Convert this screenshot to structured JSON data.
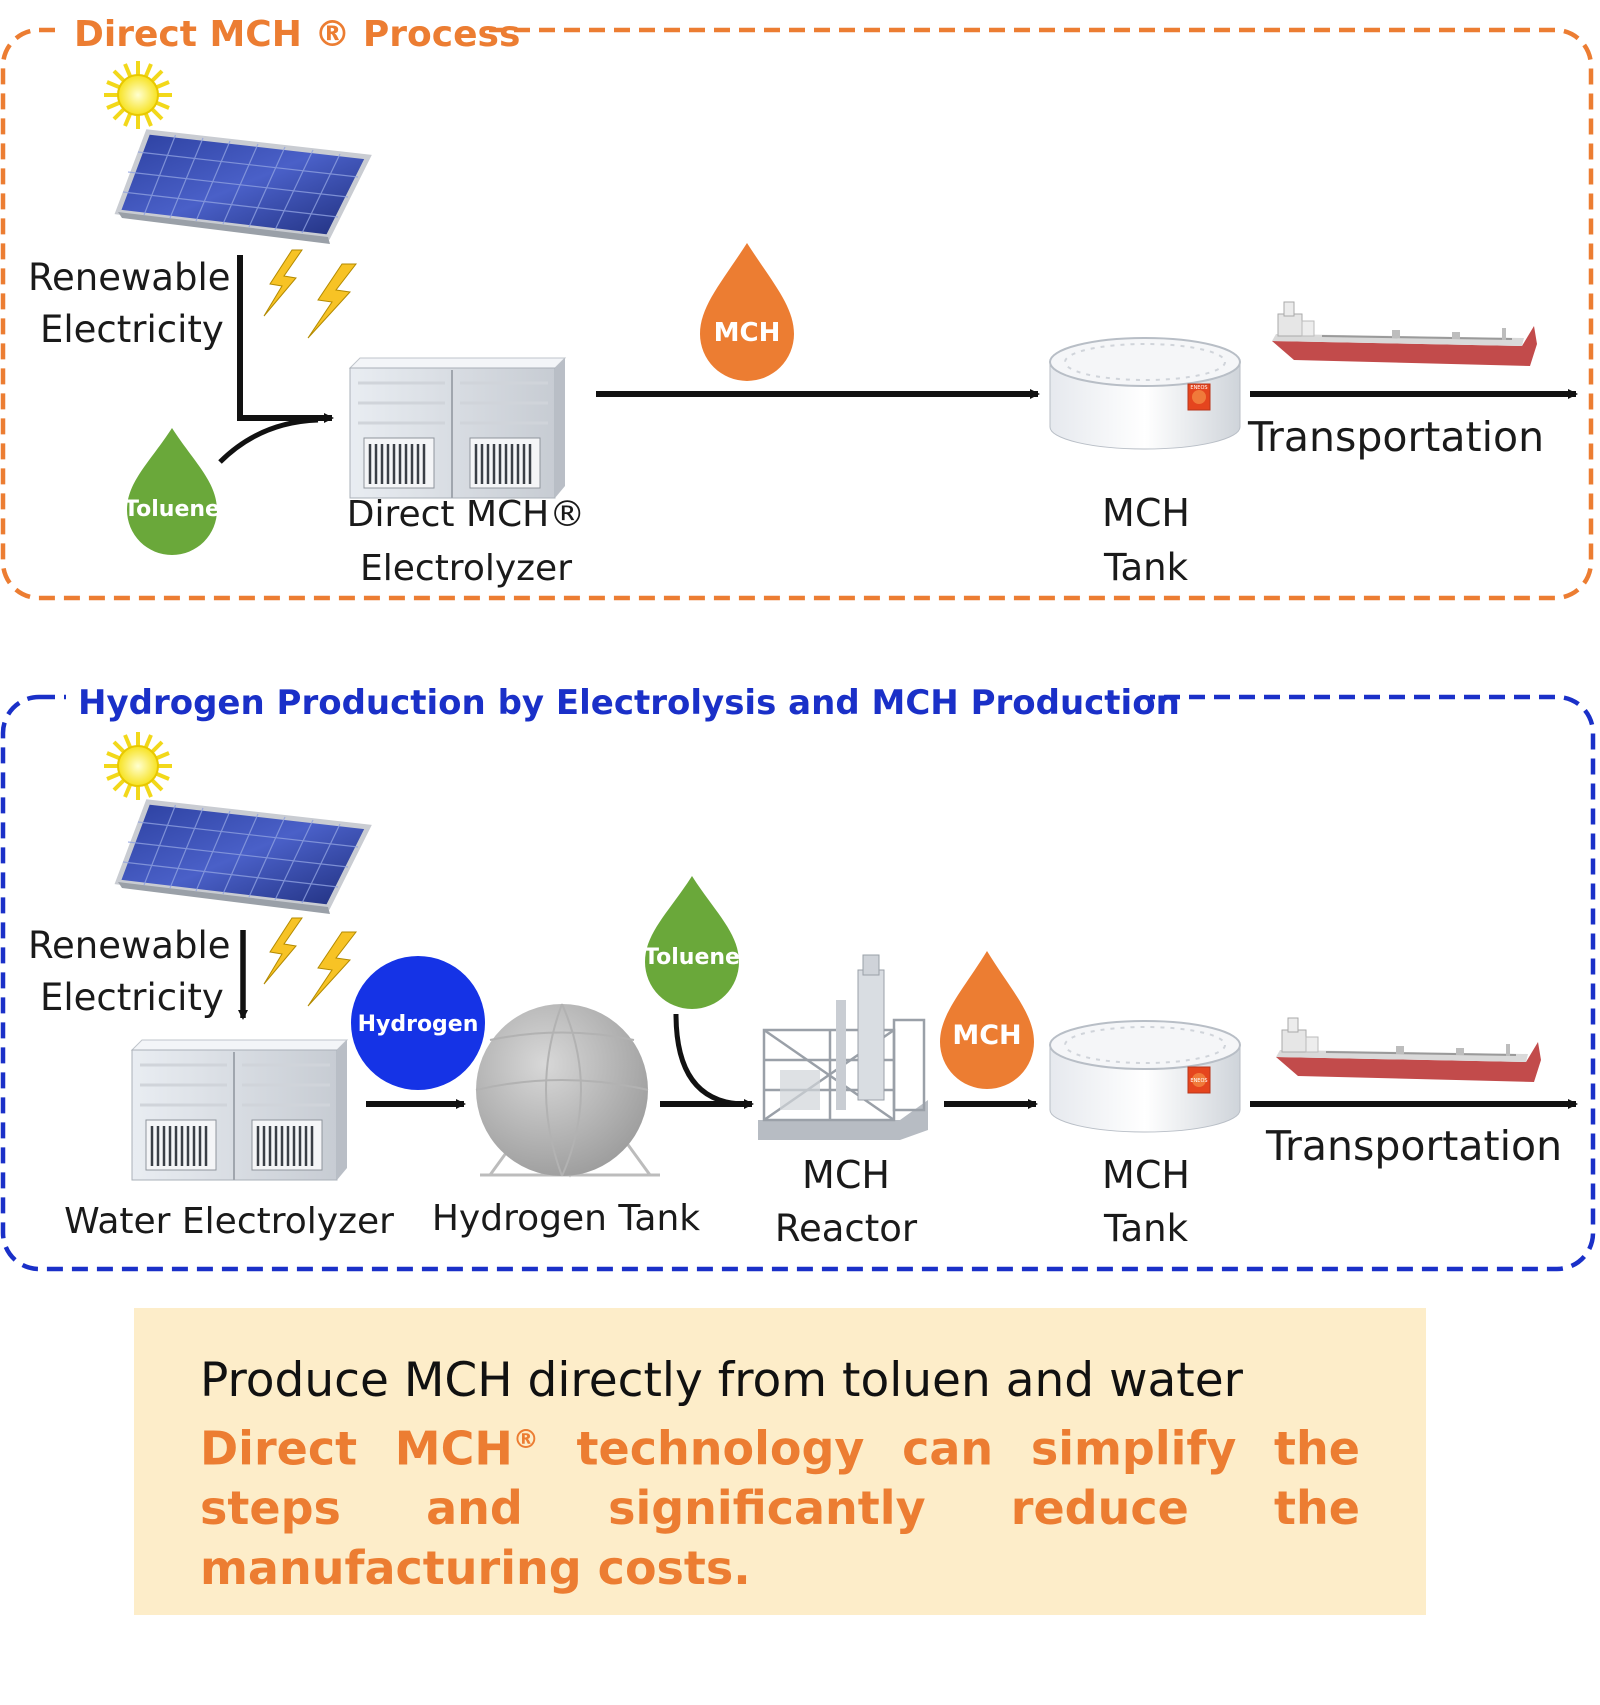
{
  "colors": {
    "orange": "#ec7d32",
    "blue": "#1a30c8",
    "green": "#6aa83a",
    "summary_bg": "#fdedc9"
  },
  "top": {
    "title": "Direct MCH ® Process",
    "renewable_line1": "Renewable",
    "renewable_line2": "Electricity",
    "toluene": "Toluene",
    "electrolyzer_line1": "Direct MCH®",
    "electrolyzer_line2": "Electrolyzer",
    "mch_drop": "MCH",
    "tank_line1": "MCH",
    "tank_line2": "Tank",
    "transportation": "Transportation",
    "tank_logo": "ENEOS"
  },
  "bottom": {
    "title": "Hydrogen Production by Electrolysis and MCH Production",
    "renewable_line1": "Renewable",
    "renewable_line2": "Electricity",
    "hydrogen": "Hydrogen",
    "toluene": "Toluene",
    "mch_drop": "MCH",
    "water_electrolyzer": "Water Electrolyzer",
    "hydrogen_tank": "Hydrogen Tank",
    "reactor_line1": "MCH",
    "reactor_line2": "Reactor",
    "tank_line1": "MCH",
    "tank_line2": "Tank",
    "transportation": "Transportation",
    "tank_logo": "ENEOS"
  },
  "summary": {
    "line1": "Produce MCH directly from toluen and water",
    "line2_prefix": "Direct MCH",
    "line2_reg": "®",
    "line2_rest": " technology can simplify the steps and significantly reduce the manufacturing costs."
  }
}
